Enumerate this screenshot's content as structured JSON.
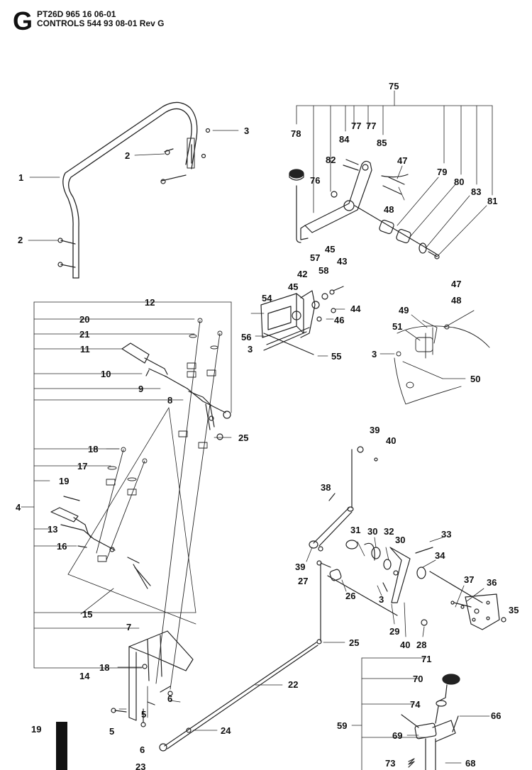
{
  "header": {
    "section_letter": "G",
    "line1": "PT26D 965 16 06-01",
    "line2": "CONTROLS 544 93 08-01 Rev G"
  },
  "page_number": "19",
  "labels": {
    "l1": "1",
    "l2a": "2",
    "l2b": "2",
    "l3a": "3",
    "l3b": "3",
    "l3c": "3",
    "l3d": "3",
    "l4": "4",
    "l5a": "5",
    "l5b": "5",
    "l6a": "6",
    "l6b": "6",
    "l7": "7",
    "l8": "8",
    "l9": "9",
    "l10": "10",
    "l11": "11",
    "l12": "12",
    "l13": "13",
    "l14": "14",
    "l15": "15",
    "l16": "16",
    "l17": "17",
    "l18a": "18",
    "l18b": "18",
    "l19": "19",
    "l20": "20",
    "l21": "21",
    "l22": "22",
    "l23": "23",
    "l24": "24",
    "l25a": "25",
    "l25b": "25",
    "l26": "26",
    "l27": "27",
    "l28": "28",
    "l29": "29",
    "l30a": "30",
    "l30b": "30",
    "l31": "31",
    "l32": "32",
    "l33": "33",
    "l34": "34",
    "l35": "35",
    "l36": "36",
    "l37": "37",
    "l38": "38",
    "l39a": "39",
    "l39b": "39",
    "l40a": "40",
    "l40b": "40",
    "l42": "42",
    "l43": "43",
    "l44": "44",
    "l45a": "45",
    "l45b": "45",
    "l46": "46",
    "l47a": "47",
    "l47b": "47",
    "l48a": "48",
    "l48b": "48",
    "l49": "49",
    "l50": "50",
    "l51": "51",
    "l54": "54",
    "l55": "55",
    "l56": "56",
    "l57": "57",
    "l58": "58",
    "l59": "59",
    "l66": "66",
    "l68": "68",
    "l69": "69",
    "l70": "70",
    "l71": "71",
    "l73": "73",
    "l74": "74",
    "l75": "75",
    "l76": "76",
    "l77a": "77",
    "l77b": "77",
    "l78": "78",
    "l79": "79",
    "l80": "80",
    "l81": "81",
    "l82": "82",
    "l83": "83",
    "l84": "84",
    "l85": "85"
  }
}
